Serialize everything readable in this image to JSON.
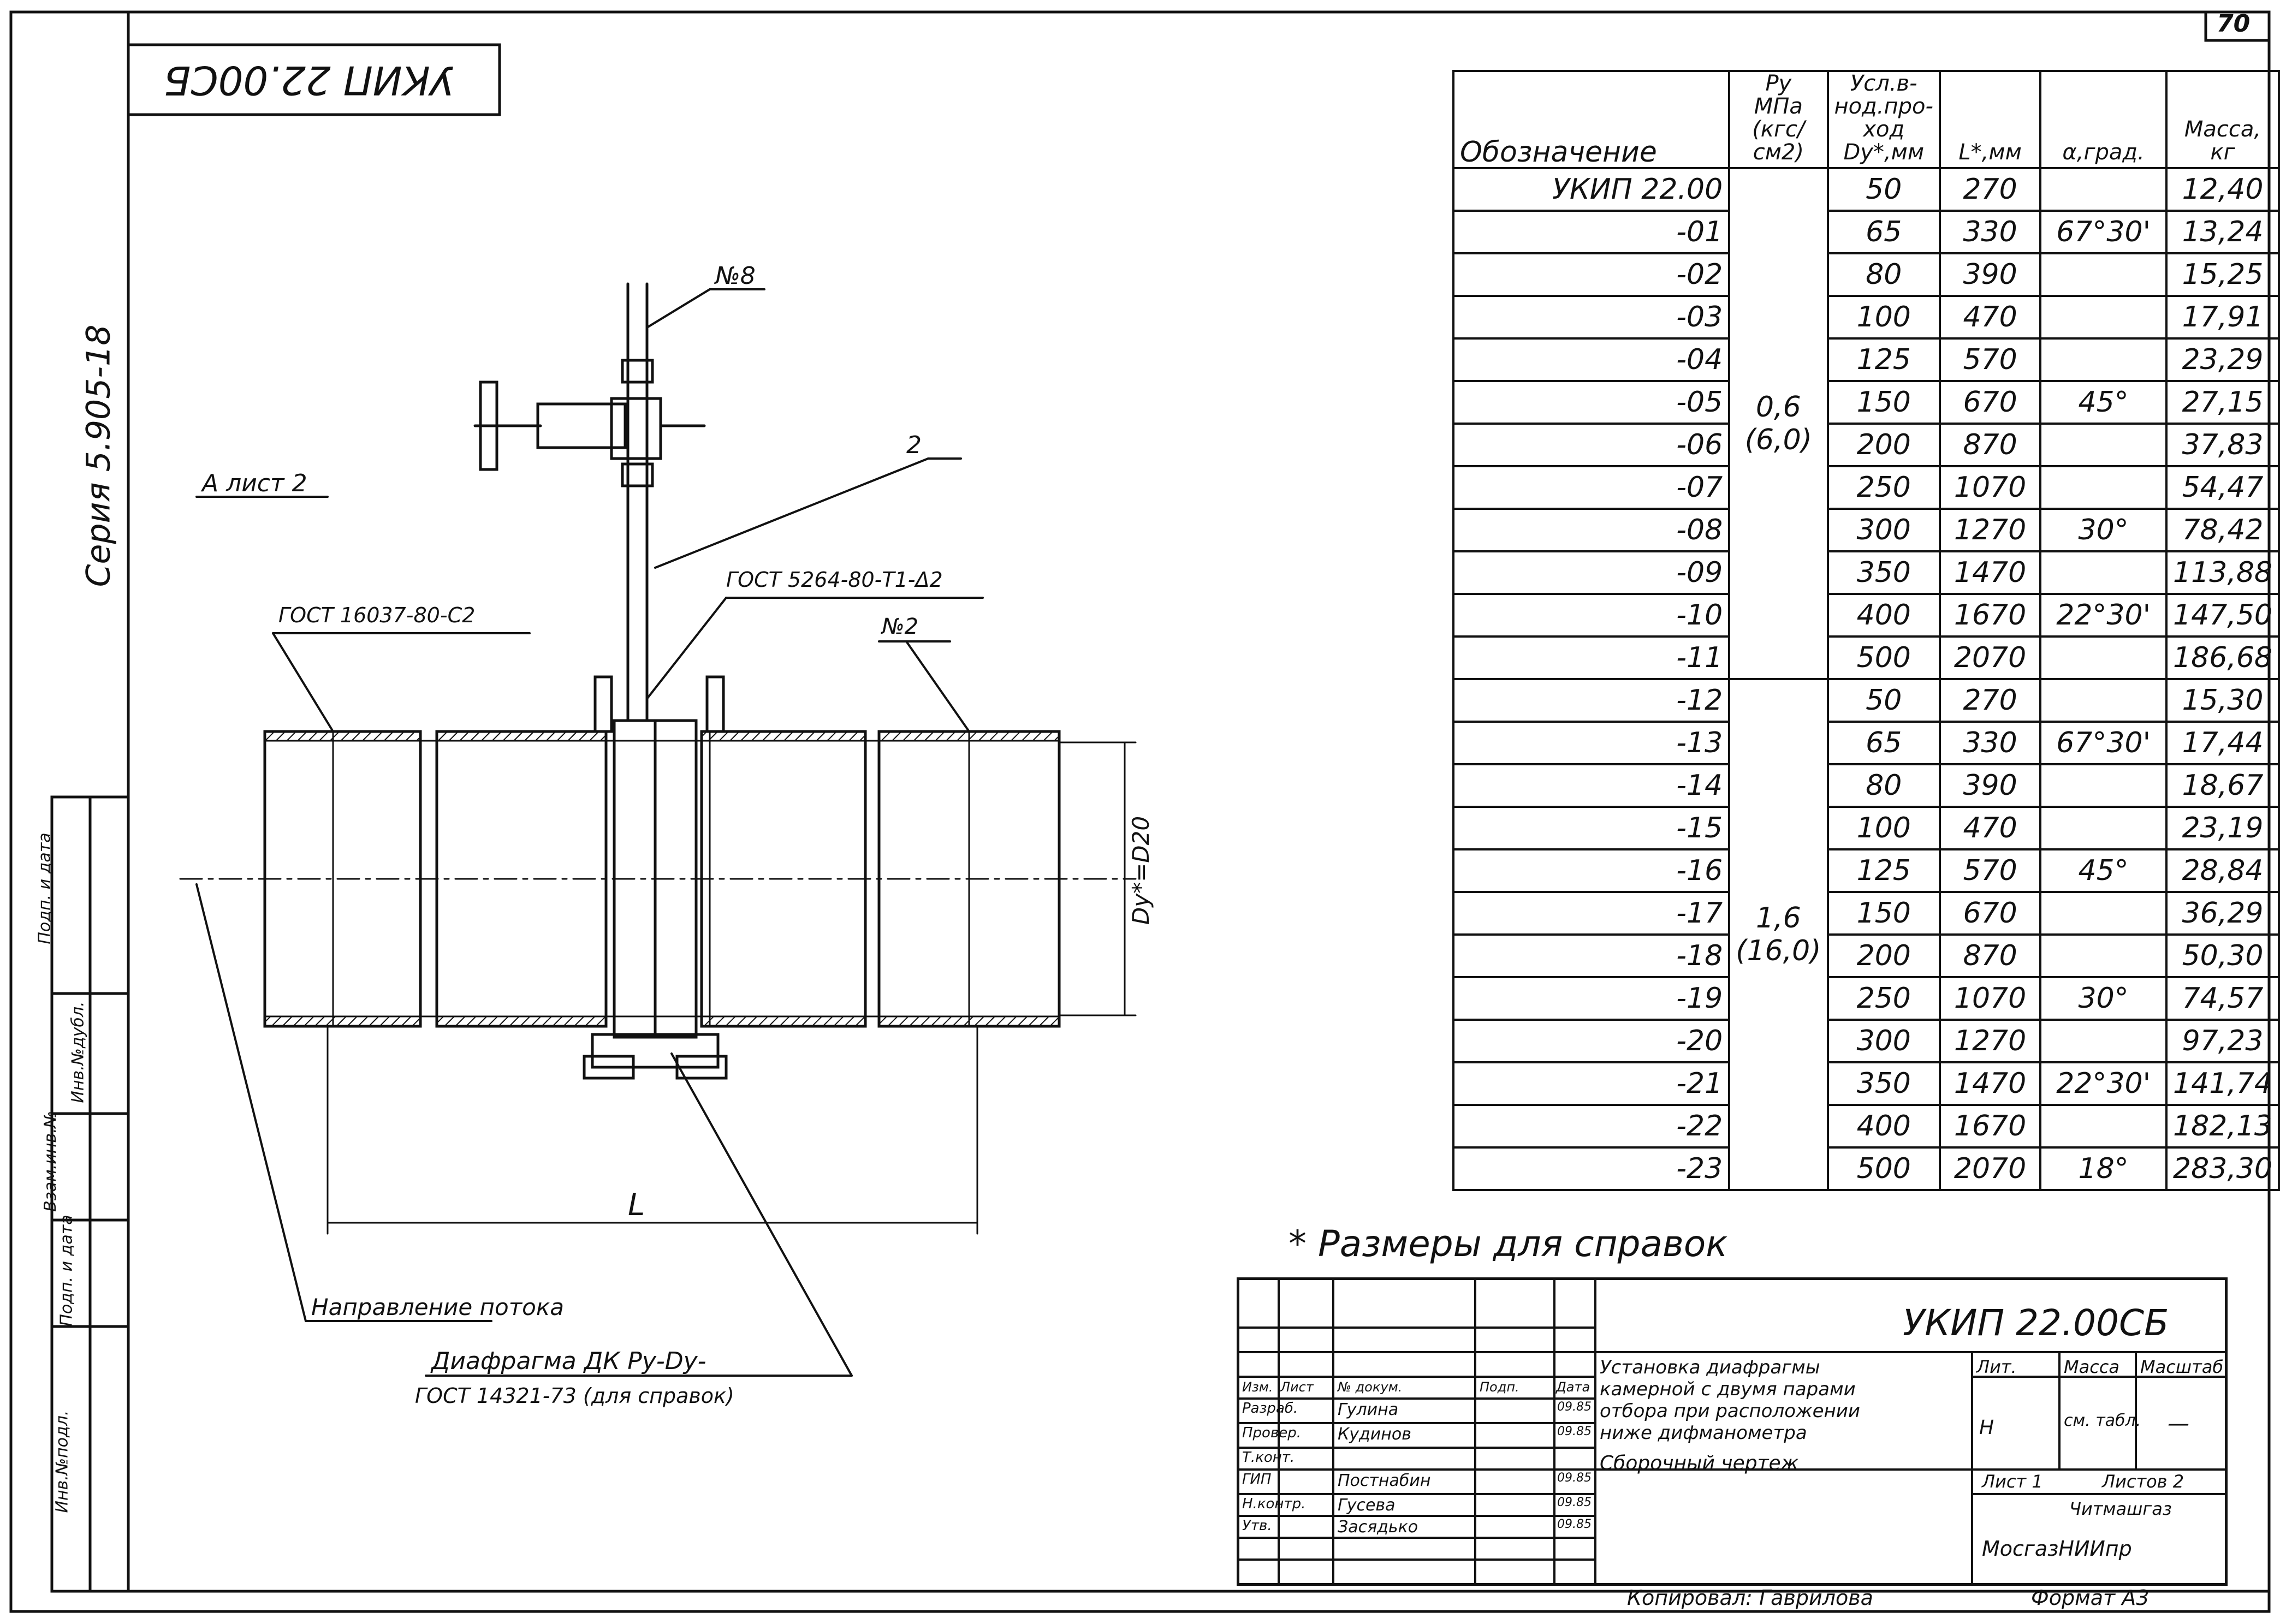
{
  "sheet_number": "70",
  "stamp_code": "УКИП 22.00СБ",
  "series": "Серия 5.905-18",
  "view_label": "А лист 2",
  "callouts": {
    "item8": "№8",
    "item2": "2",
    "weld1": "ГОСТ 16037-80-С2",
    "weld2": "ГОСТ 5264-80-Т1-Δ2",
    "item_no2": "№2",
    "dim_right": "Dу*=D20",
    "dim_bottom": "L",
    "flow_label": "Направление потока",
    "diaphragm_label": "Диафрагма ДК Pу-Dу-",
    "diaphragm_std": "ГОСТ 14321-73 (для справок)"
  },
  "footnote": "* Размеры для справок",
  "table": {
    "headers": {
      "designation": "Обозначение",
      "py": [
        "Pу",
        "МПа",
        "(кгс/см2)"
      ],
      "dy": [
        "Усл.в-",
        "нод.про-",
        "ход",
        "Dу*,мм"
      ],
      "l": "L*,мм",
      "angle": "α,град.",
      "mass": [
        "Масса,",
        "кг"
      ]
    },
    "groups": [
      {
        "py": "0,6",
        "py2": "(6,0)"
      },
      {
        "py": "1,6",
        "py2": "(16,0)"
      }
    ],
    "rows": [
      {
        "des": "УКИП 22.00",
        "dy": "50",
        "l": "270",
        "angle": "",
        "mass": "12,40"
      },
      {
        "des": "-01",
        "dy": "65",
        "l": "330",
        "angle": "67°30'",
        "mass": "13,24"
      },
      {
        "des": "-02",
        "dy": "80",
        "l": "390",
        "angle": "",
        "mass": "15,25"
      },
      {
        "des": "-03",
        "dy": "100",
        "l": "470",
        "angle": "",
        "mass": "17,91"
      },
      {
        "des": "-04",
        "dy": "125",
        "l": "570",
        "angle": "",
        "mass": "23,29"
      },
      {
        "des": "-05",
        "dy": "150",
        "l": "670",
        "angle": "45°",
        "mass": "27,15"
      },
      {
        "des": "-06",
        "dy": "200",
        "l": "870",
        "angle": "",
        "mass": "37,83"
      },
      {
        "des": "-07",
        "dy": "250",
        "l": "1070",
        "angle": "",
        "mass": "54,47"
      },
      {
        "des": "-08",
        "dy": "300",
        "l": "1270",
        "angle": "30°",
        "mass": "78,42"
      },
      {
        "des": "-09",
        "dy": "350",
        "l": "1470",
        "angle": "",
        "mass": "113,88"
      },
      {
        "des": "-10",
        "dy": "400",
        "l": "1670",
        "angle": "22°30'",
        "mass": "147,50"
      },
      {
        "des": "-11",
        "dy": "500",
        "l": "2070",
        "angle": "",
        "mass": "186,68"
      },
      {
        "des": "-12",
        "dy": "50",
        "l": "270",
        "angle": "",
        "mass": "15,30"
      },
      {
        "des": "-13",
        "dy": "65",
        "l": "330",
        "angle": "67°30'",
        "mass": "17,44"
      },
      {
        "des": "-14",
        "dy": "80",
        "l": "390",
        "angle": "",
        "mass": "18,67"
      },
      {
        "des": "-15",
        "dy": "100",
        "l": "470",
        "angle": "",
        "mass": "23,19"
      },
      {
        "des": "-16",
        "dy": "125",
        "l": "570",
        "angle": "45°",
        "mass": "28,84"
      },
      {
        "des": "-17",
        "dy": "150",
        "l": "670",
        "angle": "",
        "mass": "36,29"
      },
      {
        "des": "-18",
        "dy": "200",
        "l": "870",
        "angle": "",
        "mass": "50,30"
      },
      {
        "des": "-19",
        "dy": "250",
        "l": "1070",
        "angle": "30°",
        "mass": "74,57"
      },
      {
        "des": "-20",
        "dy": "300",
        "l": "1270",
        "angle": "",
        "mass": "97,23"
      },
      {
        "des": "-21",
        "dy": "350",
        "l": "1470",
        "angle": "22°30'",
        "mass": "141,74"
      },
      {
        "des": "-22",
        "dy": "400",
        "l": "1670",
        "angle": "",
        "mass": "182,13"
      },
      {
        "des": "-23",
        "dy": "500",
        "l": "2070",
        "angle": "18°",
        "mass": "283,30"
      }
    ]
  },
  "title_block": {
    "code": "УКИП 22.00СБ",
    "description": [
      "Установка диафрагмы",
      "камерной с двумя парами",
      "отбора при расположении",
      "ниже дифманометра"
    ],
    "doc_type": "Сборочный чертеж",
    "col_lit": "Лит.",
    "col_mass": "Масса",
    "col_scale": "Масштаб",
    "lit_value": "Н",
    "mass_value": "см. табл.",
    "scale_value": "—",
    "sheet": "Лист 1",
    "sheets": "Листов 2",
    "org1": "Читмашгаз",
    "org2": "МосгазНИИпр",
    "header": [
      "Изм.",
      "Лист",
      "№ докум.",
      "Подп.",
      "Дата"
    ],
    "people": [
      {
        "role": "Разраб.",
        "name": "Гулина",
        "date": "09.85"
      },
      {
        "role": "Провер.",
        "name": "Кудинов",
        "date": "09.85"
      },
      {
        "role": "Т.конт.",
        "name": "",
        "date": ""
      },
      {
        "role": "ГИП",
        "name": "Постнабин",
        "date": "09.85"
      },
      {
        "role": "Н.контр.",
        "name": "Гусева",
        "date": "09.85"
      },
      {
        "role": "Утв.",
        "name": "Засядько",
        "date": "09.85"
      }
    ],
    "copied": "Копировал: Гаврилова",
    "format": "Формат А3"
  },
  "side_labels": [
    "Подп. и дата",
    "Взам.инв.№",
    "Инв.№дубл.",
    "Подп. и дата",
    "Инв.№подл."
  ]
}
